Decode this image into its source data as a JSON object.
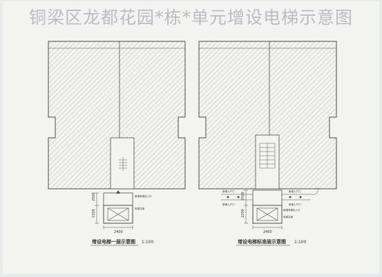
{
  "title": "铜梁区龙都花园*栋*单元增设电梯示意图",
  "left_plan": {
    "caption": "增设电梯一层示意图",
    "scale": "1:100",
    "dim_width": "2400",
    "dim_height_upper": "2500",
    "dim_height_lower": "2200",
    "notes": [
      "新增电梯出入口",
      "电梯井道"
    ]
  },
  "right_plan": {
    "caption": "增设电梯标准层示意图",
    "scale": "1:100",
    "dim_width": "2400",
    "dim_height_upper": "2500",
    "dim_height_lower": "2200",
    "notes": [
      "新增入户门",
      "新增入户门",
      "新增入户门",
      "新增入户门",
      "新增电梯出入口",
      "电梯井道"
    ]
  },
  "colors": {
    "line": "#4a4a4a",
    "hatch": "#8e8e8e",
    "title": "#b9bcc2"
  }
}
